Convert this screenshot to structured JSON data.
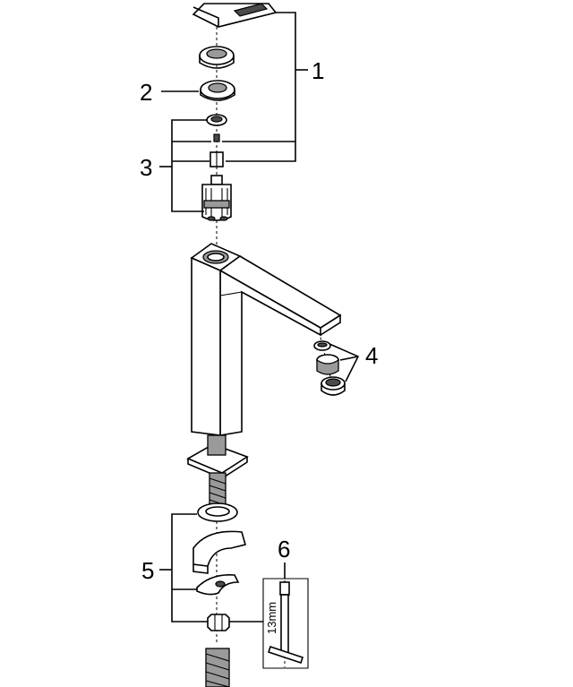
{
  "callouts": {
    "c1": "1",
    "c2": "2",
    "c3": "3",
    "c4": "4",
    "c5": "5",
    "c6": "6"
  },
  "tool": {
    "size_label": "13mm"
  },
  "colors": {
    "line": "#000000",
    "fill": "#ffffff",
    "shade": "#9a9a9a"
  }
}
